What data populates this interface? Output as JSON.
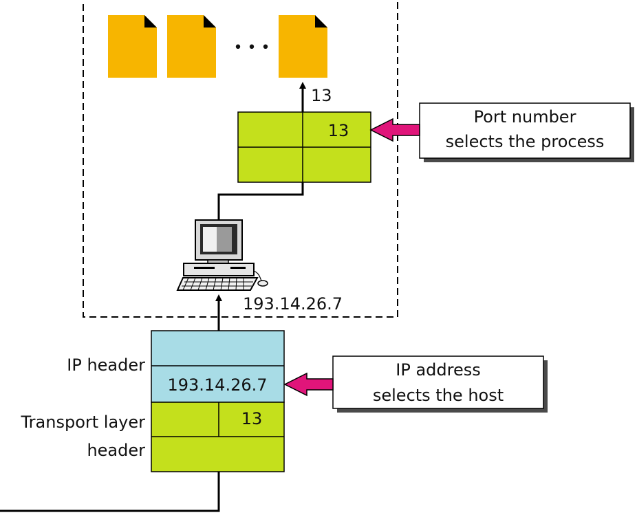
{
  "colors": {
    "file": "#F7B500",
    "green": "#C4E01C",
    "blue": "#A8DCE6",
    "pointer": "#E0157A",
    "line": "#000000",
    "shadow": "#4a4a4a"
  },
  "icons": {
    "file": "document-icon",
    "computer": "desktop-computer-icon"
  },
  "host": {
    "ellipsis": "• • •",
    "port_above_arrow": "13",
    "port_cell": "13",
    "ip_label": "193.14.26.7"
  },
  "packet": {
    "ip_address": "193.14.26.7",
    "port": "13",
    "ip_header_label": "IP header",
    "transport_label_line1": "Transport layer",
    "transport_label_line2": "header"
  },
  "callouts": {
    "port_line1": "Port number",
    "port_line2": "selects the process",
    "ip_line1": "IP address",
    "ip_line2": "selects the host"
  }
}
